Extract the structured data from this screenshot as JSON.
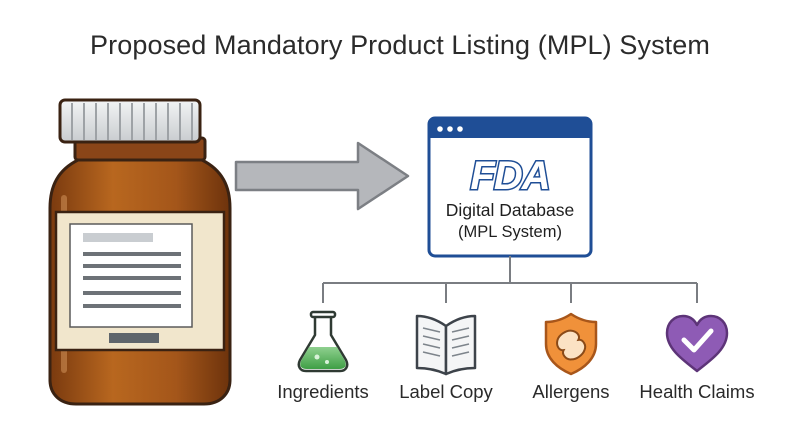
{
  "title": "Proposed Mandatory Product Listing (MPL) System",
  "database": {
    "logo_text": "FDA",
    "line1": "Digital Database",
    "line2": "(MPL System)"
  },
  "categories": [
    {
      "label": "Ingredients",
      "icon": "flask-icon",
      "color": "#4caf50"
    },
    {
      "label": "Label Copy",
      "icon": "open-book-icon",
      "color": "#607080"
    },
    {
      "label": "Allergens",
      "icon": "peanut-shield-icon",
      "color": "#f0913a"
    },
    {
      "label": "Health Claims",
      "icon": "heart-check-icon",
      "color": "#8e5bb5"
    }
  ],
  "colors": {
    "fda_blue": "#1f4e96",
    "bottle_amber": "#a5591c",
    "arrow_gray": "#b5b7bb"
  }
}
